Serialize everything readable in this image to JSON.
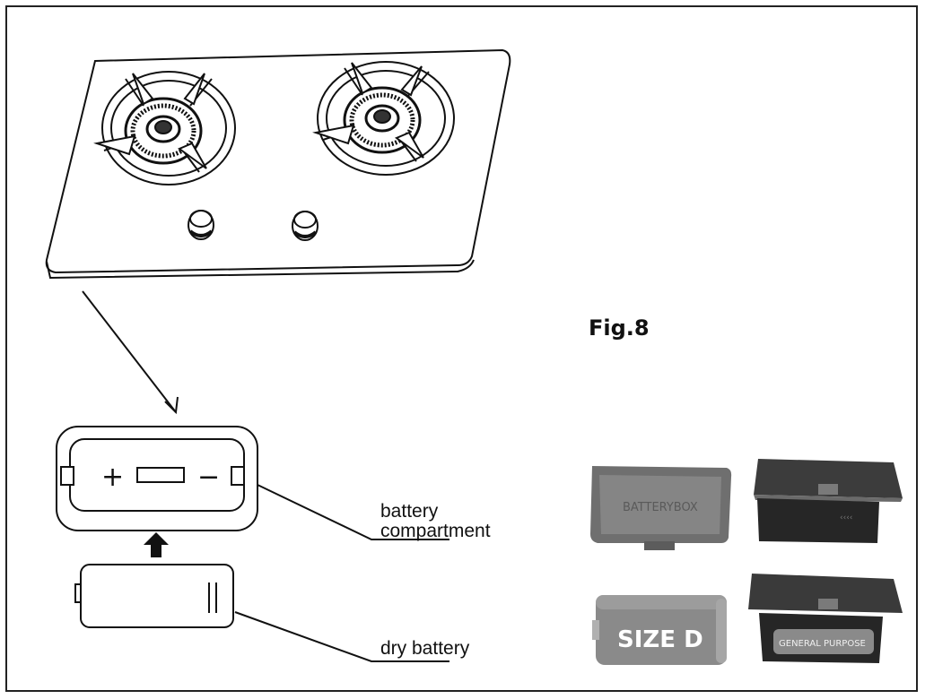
{
  "figure": {
    "label": "Fig.8"
  },
  "callouts": {
    "compartment_line1": "battery",
    "compartment_line2": "compartment",
    "battery": "dry battery"
  },
  "compartment": {
    "plus": "+",
    "minus": "−"
  },
  "photos": {
    "box_label": "BATTERYBOX",
    "size_label": "SIZE D",
    "battery_brand": "GENERAL PURPOSE"
  }
}
